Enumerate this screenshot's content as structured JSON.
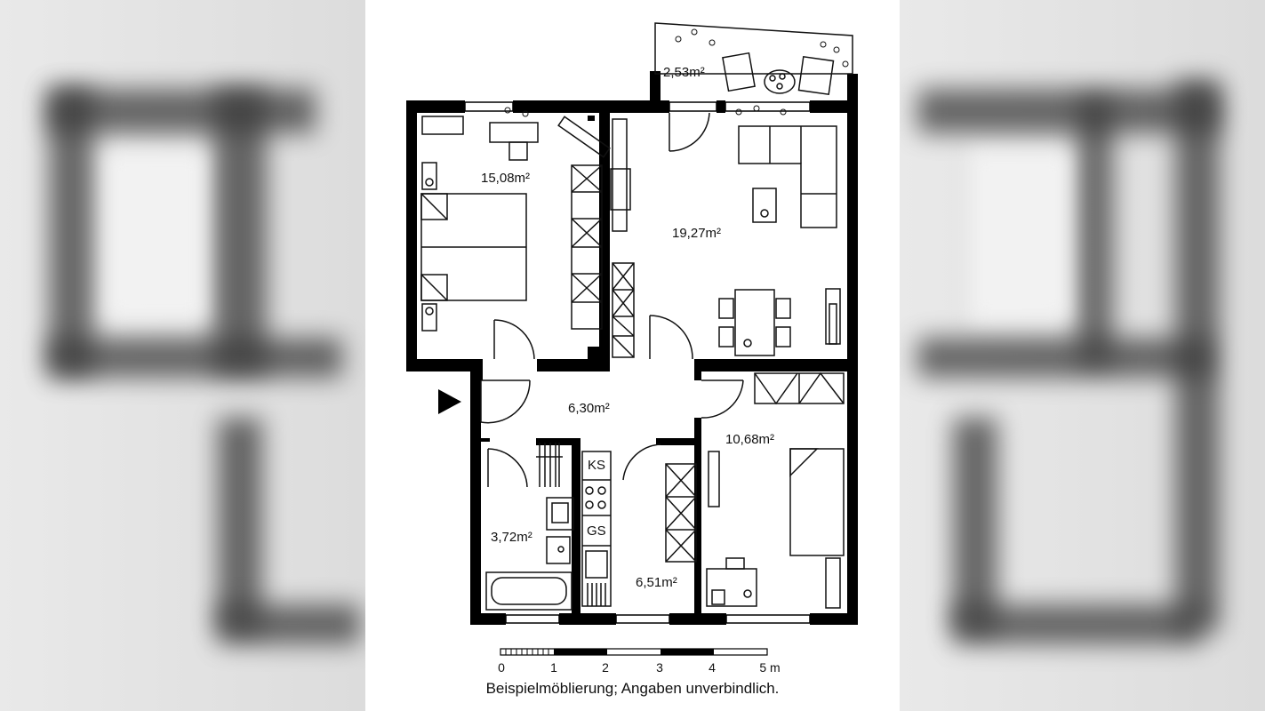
{
  "rooms": {
    "balcony": "2,53m²",
    "bedroom": "15,08m²",
    "living": "19,27m²",
    "hall": "6,30m²",
    "child": "10,68m²",
    "bath": "3,72m²",
    "kitchen": "6,51m²"
  },
  "appliances": {
    "fridge": "KS",
    "dishwasher": "GS"
  },
  "scale": {
    "ticks": [
      "0",
      "1",
      "2",
      "3",
      "4",
      "5 m"
    ]
  },
  "caption": "Beispielmöblierung; Angaben unverbindlich.",
  "colors": {
    "wall": "#000000",
    "line": "#111111",
    "background": "#ffffff",
    "sides": "#dcdcdc"
  }
}
